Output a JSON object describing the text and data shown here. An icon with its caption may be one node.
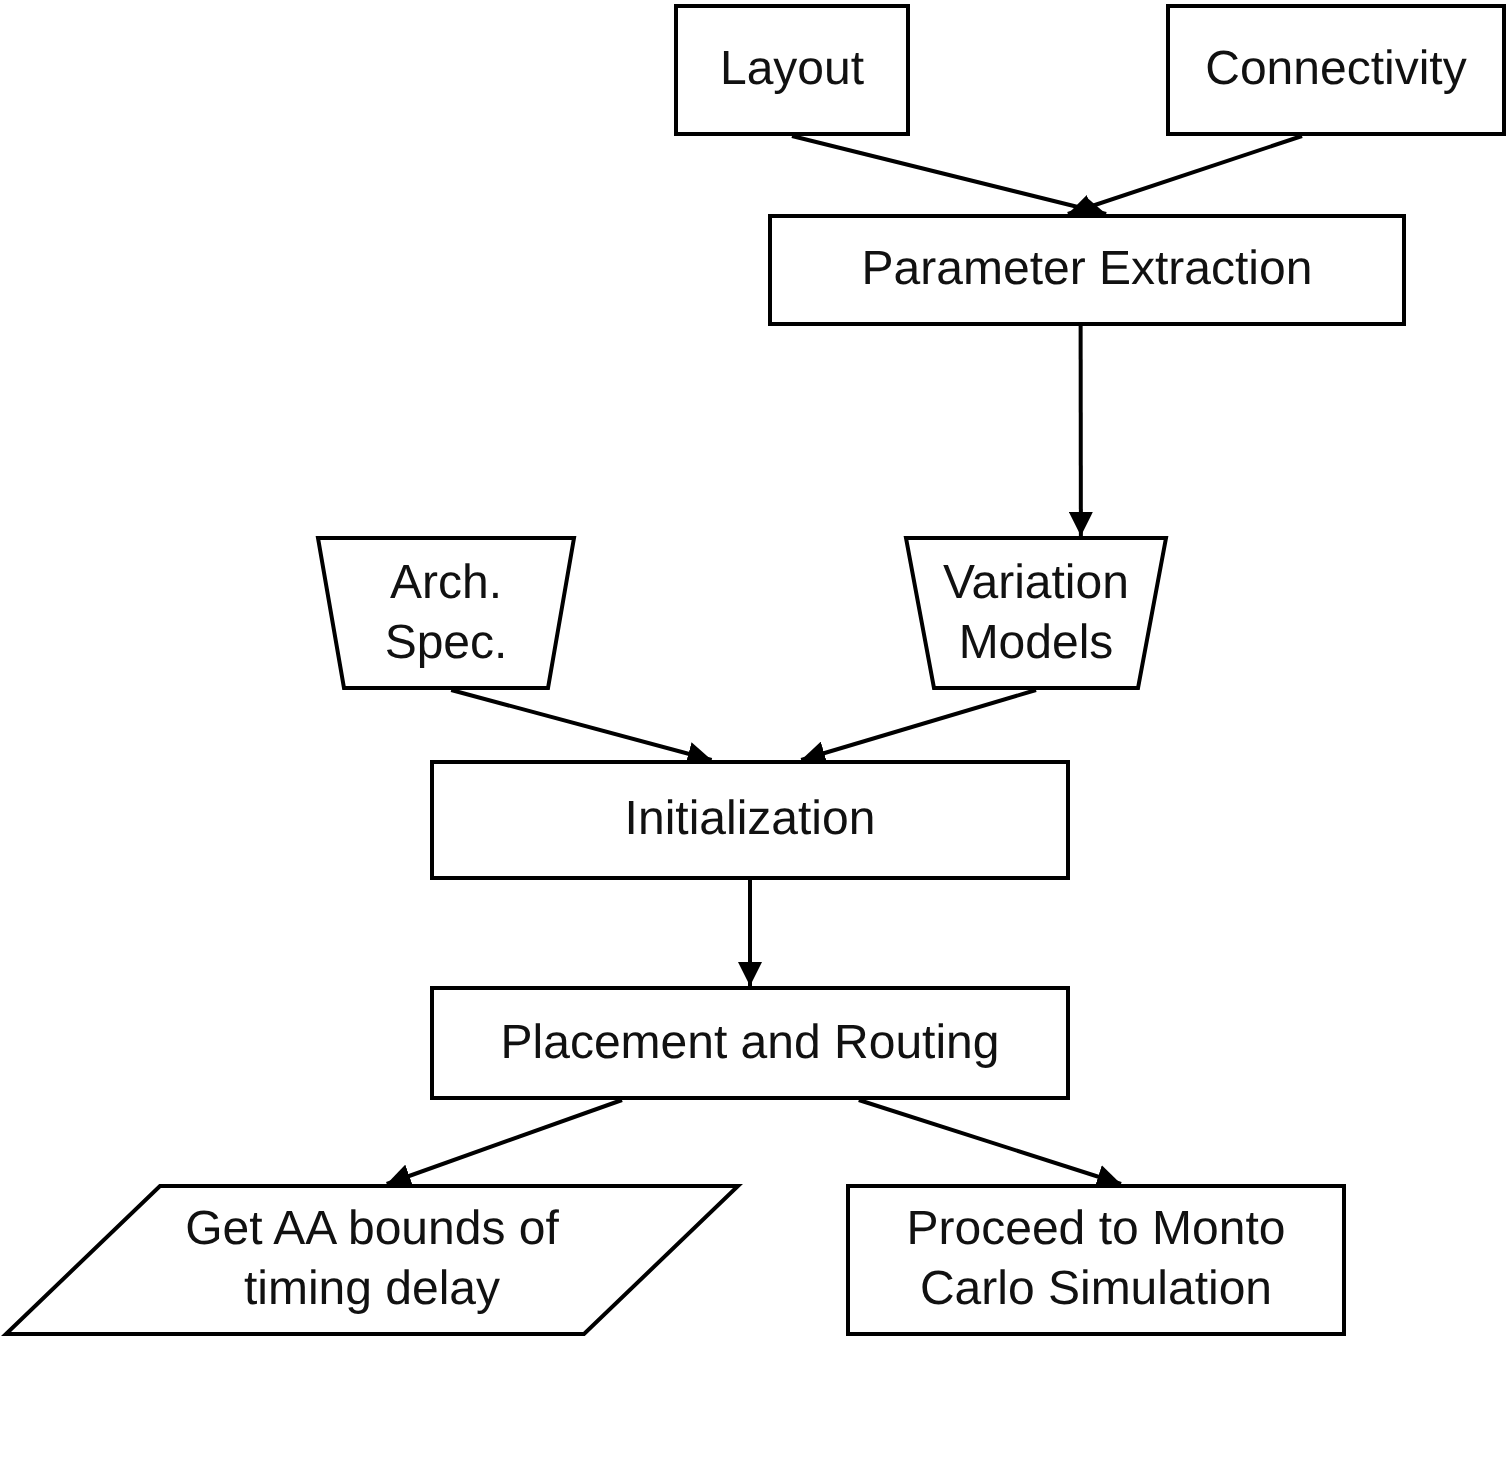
{
  "diagram": {
    "nodes": [
      {
        "text": [
          "Layout"
        ]
      },
      {
        "text": [
          "Connectivity"
        ]
      },
      {
        "text": [
          "Parameter Extraction"
        ]
      },
      {
        "text": [
          "Arch. Spec."
        ]
      },
      {
        "text": [
          "Variation Models"
        ]
      },
      {
        "text": [
          "Initialization"
        ]
      },
      {
        "text": [
          "Placement and Routing"
        ]
      },
      {
        "text": [
          "Get AA bounds of timing delay"
        ]
      },
      {
        "text": [
          "Proceed to Monto Carlo Simulation"
        ]
      }
    ],
    "edges": [
      {
        "from": 0,
        "to": 2,
        "arrow": "to"
      },
      {
        "from": 1,
        "to": 2,
        "arrow": "to"
      },
      {
        "from": 2,
        "to": 4,
        "arrow": "to"
      },
      {
        "from": 3,
        "to": 5,
        "arrow": "to"
      },
      {
        "from": 4,
        "to": 5,
        "arrow": "to"
      },
      {
        "from": 5,
        "to": 6,
        "arrow": "to"
      },
      {
        "from": 6,
        "to": 7,
        "arrow": "to"
      },
      {
        "from": 6,
        "to": 8,
        "arrow": "to"
      }
    ]
  }
}
